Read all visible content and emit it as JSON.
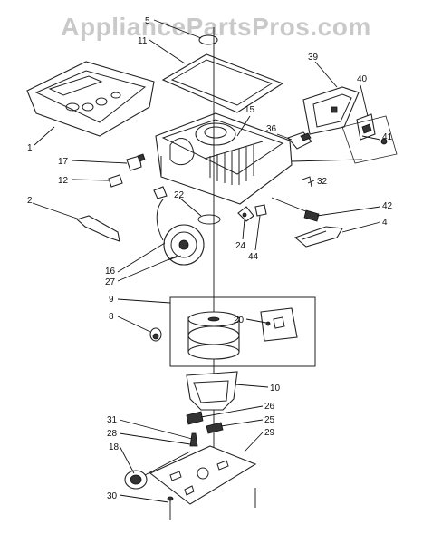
{
  "watermark": "AppliancePartsPros.com",
  "callouts": {
    "c1": "1",
    "c2": "2",
    "c4": "4",
    "c5": "5",
    "c8": "8",
    "c9": "9",
    "c10": "10",
    "c11": "11",
    "c12": "12",
    "c15": "15",
    "c16": "16",
    "c17": "17",
    "c18": "18",
    "c20": "20",
    "c22": "22",
    "c24": "24",
    "c25": "25",
    "c26": "26",
    "c27": "27",
    "c28": "28",
    "c29": "29",
    "c30": "30",
    "c31": "31",
    "c32": "32",
    "c36": "36",
    "c39": "39",
    "c40": "40",
    "c41": "41",
    "c42": "42",
    "c44": "44"
  }
}
